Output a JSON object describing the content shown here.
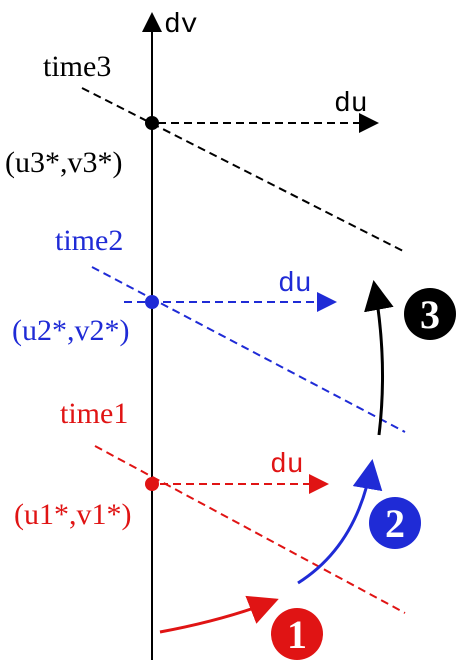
{
  "labels": {
    "axis_v": "dv",
    "axis_u": "du"
  },
  "times": [
    {
      "label": "time3",
      "point_label": "(u3*,v3*)",
      "color": "#000000"
    },
    {
      "label": "time2",
      "point_label": "(u2*,v2*)",
      "color": "#1f2bd6"
    },
    {
      "label": "time1",
      "point_label": "(u1*,v1*)",
      "color": "#e01414"
    }
  ],
  "steps": [
    {
      "number": "1",
      "color": "#e01414"
    },
    {
      "number": "2",
      "color": "#1f2bd6"
    },
    {
      "number": "3",
      "color": "#000000"
    }
  ]
}
